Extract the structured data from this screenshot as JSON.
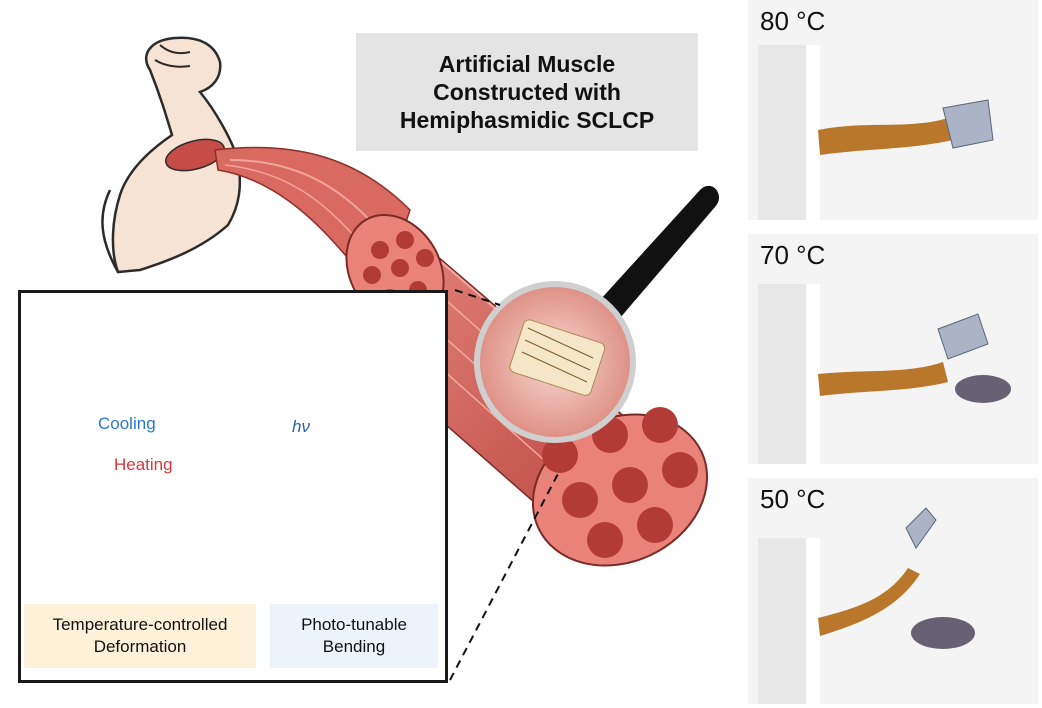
{
  "title": {
    "line1": "Artificial Muscle",
    "line2": "Constructed with",
    "line3": "Hemiphasmidic SCLCP"
  },
  "photos": [
    {
      "temperature": "80 °C"
    },
    {
      "temperature": "70 °C"
    },
    {
      "temperature": "50 °C"
    }
  ],
  "transitions": {
    "cooling": "Cooling",
    "heating": "Heating",
    "light": "hν"
  },
  "captions": {
    "temperature_line1": "Temperature-controlled",
    "temperature_line2": "Deformation",
    "photo_line1": "Photo-tunable",
    "photo_line2": "Bending"
  },
  "colors": {
    "cooling": "#2a78c8",
    "heating": "#d23a3a",
    "muscle": "#c8524c",
    "mesogen_yellow": "#e8c52a",
    "mesogen_blue": "#3a8ad0"
  }
}
